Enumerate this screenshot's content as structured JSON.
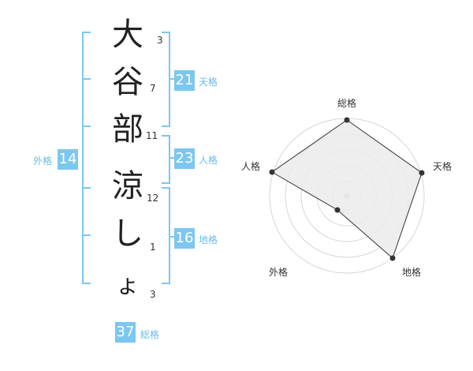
{
  "name": {
    "chars": [
      "大",
      "谷",
      "部",
      "涼",
      "し",
      "ょ"
    ],
    "strokes": [
      "3",
      "7",
      "11",
      "12",
      "1",
      "3"
    ]
  },
  "kaku": {
    "tenkaku": {
      "value": "21",
      "label": "天格"
    },
    "jinkaku": {
      "value": "23",
      "label": "人格"
    },
    "chikaku": {
      "value": "16",
      "label": "地格"
    },
    "gaikaku": {
      "value": "14",
      "label": "外格"
    },
    "soukaku": {
      "value": "37",
      "label": "総格"
    }
  },
  "radar": {
    "axes": [
      "総格",
      "天格",
      "地格",
      "外格",
      "人格"
    ],
    "levels": 5,
    "colors": {
      "fill": "#ebebeb",
      "grid": "#d6d6d6",
      "line": "#333333"
    }
  },
  "colors": {
    "accent": "#7cc7f0",
    "label": "#6bbbe6"
  }
}
